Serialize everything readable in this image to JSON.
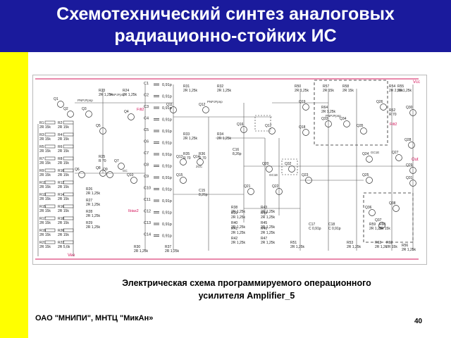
{
  "slide": {
    "title_line1": "Схемотехнический синтез аналоговых",
    "title_line2": "радиационно-стойких ИС",
    "caption_line1": "Электрическая схема программируемого операционного",
    "caption_line2": "усилителя Amplifier_5",
    "organization": "ОАО \"МНИПИ\", МНТЦ \"МикАн»",
    "page_number": "40"
  },
  "schematic": {
    "labels": {
      "rail_top": "Vcc",
      "rail_bottom": "Vee",
      "output": "Out",
      "filt2_left": "Filt2",
      "filt2_right": "Filt2",
      "ibias": "Ibias2"
    },
    "resistors_left": [
      {
        "ref": "R1",
        "val": "2R 15k"
      },
      {
        "ref": "R2",
        "val": "2R 15k"
      },
      {
        "ref": "R3",
        "val": "2R 15k"
      },
      {
        "ref": "R4",
        "val": "2R 15k"
      },
      {
        "ref": "R5",
        "val": "2R 15k"
      },
      {
        "ref": "R6",
        "val": "2R 15k"
      },
      {
        "ref": "R7",
        "val": "2R 15k"
      },
      {
        "ref": "R8",
        "val": "2R 15k"
      },
      {
        "ref": "R9",
        "val": "2R 15k"
      },
      {
        "ref": "R10",
        "val": "2R 15k"
      },
      {
        "ref": "R11",
        "val": "2R 15k"
      },
      {
        "ref": "R12",
        "val": "2R 15k"
      },
      {
        "ref": "R13",
        "val": "2R 15k"
      },
      {
        "ref": "R14",
        "val": "2R 15k"
      },
      {
        "ref": "R15",
        "val": "2R 15k"
      },
      {
        "ref": "R16",
        "val": "2R 15k"
      },
      {
        "ref": "R17",
        "val": "2R 15k"
      },
      {
        "ref": "R18",
        "val": "2R 15k"
      },
      {
        "ref": "R19",
        "val": "2R 15k"
      },
      {
        "ref": "R20",
        "val": "2R 15k"
      },
      {
        "ref": "R21",
        "val": "2R 15k"
      },
      {
        "ref": "R22",
        "val": "2R 5,6k"
      }
    ],
    "capacitors_mid": [
      {
        "ref": "C1",
        "val": "0,91p"
      },
      {
        "ref": "C2",
        "val": "0,91p"
      },
      {
        "ref": "C3",
        "val": "0,91p"
      },
      {
        "ref": "C4",
        "val": "0,91p"
      },
      {
        "ref": "C5",
        "val": "0,91p"
      },
      {
        "ref": "C6",
        "val": "0,91p"
      },
      {
        "ref": "C7",
        "val": "0,91p"
      },
      {
        "ref": "C8",
        "val": "0,91p"
      },
      {
        "ref": "C9",
        "val": "0,91p"
      },
      {
        "ref": "C10",
        "val": "0,91p"
      },
      {
        "ref": "C11",
        "val": "0,91p"
      },
      {
        "ref": "C12",
        "val": "0,91p"
      },
      {
        "ref": "C13",
        "val": "0,91p"
      },
      {
        "ref": "C14",
        "val": "0,91p"
      }
    ],
    "resistors_mid": [
      {
        "ref": "R23",
        "val": "2R 1,25k"
      },
      {
        "ref": "R24",
        "val": "2R 1,25k"
      },
      {
        "ref": "R25",
        "val": "R 70"
      },
      {
        "ref": "R26",
        "val": "2R 1,25k"
      },
      {
        "ref": "R27",
        "val": "2R 1,25k"
      },
      {
        "ref": "R28",
        "val": "2R 1,25k"
      },
      {
        "ref": "R29",
        "val": "2R 1,25k"
      },
      {
        "ref": "R30",
        "val": "2R 1,25k"
      },
      {
        "ref": "R31",
        "val": "2R 1,25k"
      },
      {
        "ref": "R32",
        "val": "2R 1,25k"
      },
      {
        "ref": "R33",
        "val": "2R 1,25k"
      },
      {
        "ref": "R34",
        "val": "2R 1,25k"
      },
      {
        "ref": "R35",
        "val": "R 70"
      },
      {
        "ref": "R36",
        "val": "R 70"
      },
      {
        "ref": "R37",
        "val": "2R 1,25k"
      }
    ],
    "resistors_right": [
      {
        "ref": "R38",
        "val": "2R 1,25k"
      },
      {
        "ref": "R39",
        "val": "2R 1,25k"
      },
      {
        "ref": "R40",
        "val": "2R 1,25k"
      },
      {
        "ref": "R41",
        "val": "2R 1,25k"
      },
      {
        "ref": "R42",
        "val": "2R 1,25k"
      },
      {
        "ref": "R43",
        "val": "2R 1,25k"
      },
      {
        "ref": "R44",
        "val": "2R 1,25k"
      },
      {
        "ref": "R45",
        "val": "2R 1,25k"
      },
      {
        "ref": "R46",
        "val": "2R 1,25k"
      },
      {
        "ref": "R47",
        "val": "2R 1,25k"
      },
      {
        "ref": "R50",
        "val": "2R 1,25k"
      },
      {
        "ref": "R51",
        "val": "2R 1,25k"
      },
      {
        "ref": "R52",
        "val": "R 70"
      },
      {
        "ref": "R53",
        "val": "2R 1,25k"
      },
      {
        "ref": "R54",
        "val": "2R 2,55k"
      },
      {
        "ref": "R55",
        "val": "2R 1,25k"
      },
      {
        "ref": "R56",
        "val": "2R 1,25k"
      },
      {
        "ref": "R57",
        "val": "2R 15k"
      },
      {
        "ref": "R58",
        "val": "2R 15k"
      },
      {
        "ref": "R59",
        "val": "2R 1,25k"
      },
      {
        "ref": "R60",
        "val": "2R 15k"
      },
      {
        "ref": "R62",
        "val": "2R 15k"
      },
      {
        "ref": "R63",
        "val": "2R 1,2k"
      },
      {
        "ref": "R64",
        "val": "2R 1,25k"
      }
    ],
    "transistors": [
      "Q1",
      "Q2",
      "Q3",
      "Q4",
      "Q5",
      "Q6",
      "Q7",
      "Q8",
      "Q9",
      "Q10",
      "Q11",
      "Q12",
      "Q13",
      "Q14",
      "Q15",
      "Q16",
      "Q17",
      "Q18",
      "Q19",
      "Q20",
      "Q21",
      "Q22",
      "Q23",
      "Q24",
      "Q25",
      "Q26",
      "Q27",
      "Q28",
      "Q29",
      "Q30",
      "Q31",
      "Q32",
      "Q33",
      "Q34",
      "Q35",
      "Q36",
      "Q37",
      "Q38"
    ],
    "transistor_types": [
      "PNPJFpnp",
      "GC1E",
      "2GC",
      "GC"
    ],
    "extra_caps": [
      {
        "ref": "C15",
        "val": "8,26p"
      },
      {
        "ref": "C16",
        "val": "8,26p"
      },
      {
        "ref": "C17",
        "val": "C 0,91p"
      },
      {
        "ref": "C18",
        "val": "C 0,91p"
      }
    ]
  }
}
